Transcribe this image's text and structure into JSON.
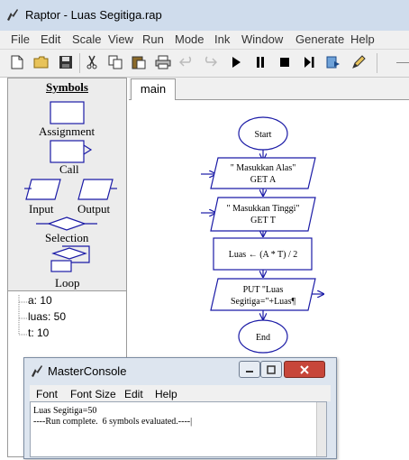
{
  "window": {
    "title": "Raptor - Luas Segitiga.rap"
  },
  "menubar": [
    "File",
    "Edit",
    "Scale",
    "View",
    "Run",
    "Mode",
    "Ink",
    "Window",
    "Generate",
    "Help"
  ],
  "symbols": {
    "header": "Symbols",
    "assignment": "Assignment",
    "call": "Call",
    "input": "Input",
    "output": "Output",
    "selection": "Selection",
    "loop": "Loop"
  },
  "variables": [
    "a: 10",
    "luas: 50",
    "t: 10"
  ],
  "tabs": [
    {
      "label": "main"
    }
  ],
  "flowchart": {
    "start": "Start",
    "input1_line1": "\" Masukkan Alas\"",
    "input1_line2": "GET A",
    "input2_line1": "\" Masukkan Tinggi\"",
    "input2_line2": "GET T",
    "assign": "Luas ← (A * T) / 2",
    "output_line1": "PUT \"Luas",
    "output_line2": "Segitiga=\"+Luas¶",
    "end": "End"
  },
  "console": {
    "title": "MasterConsole",
    "menus": [
      "Font",
      "Font Size",
      "Edit",
      "Help"
    ],
    "lines": [
      "Luas Segitiga=50",
      "----Run complete.  6 symbols evaluated.----|"
    ]
  },
  "colors": {
    "flow_stroke": "#1a1aa6",
    "titlebar": "#cfdcec"
  }
}
